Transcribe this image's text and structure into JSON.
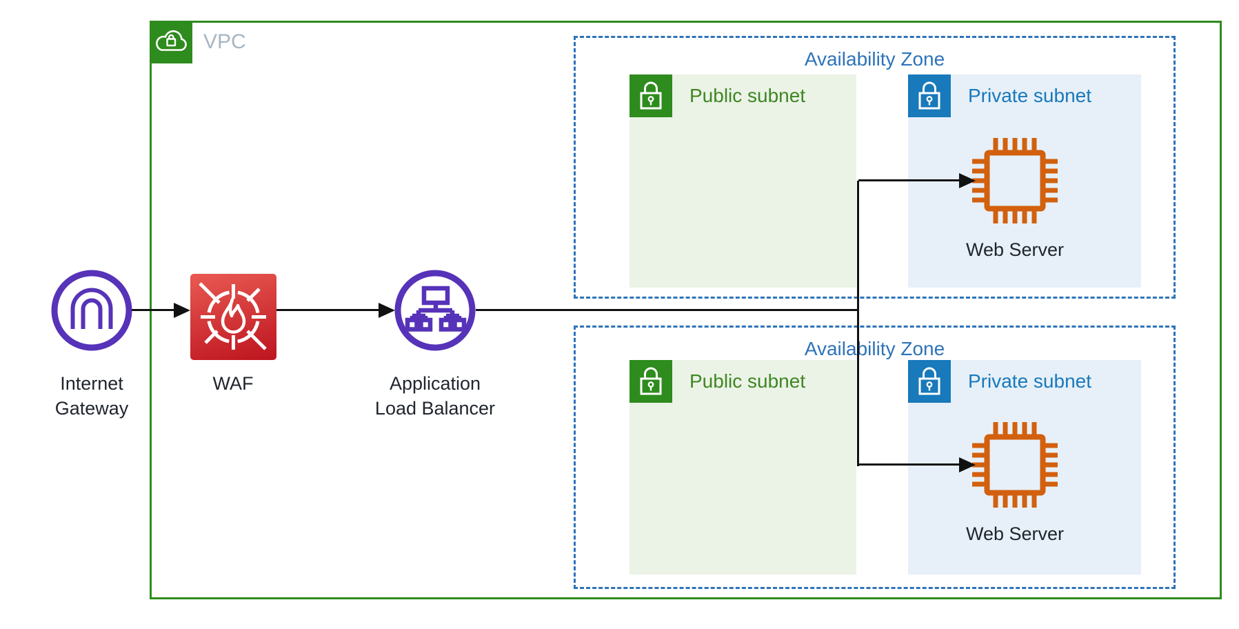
{
  "colors": {
    "vpc_green": "#2E8B1D",
    "public_green": "#3F8624",
    "public_bg": "#EBF3E6",
    "private_blue": "#1879BB",
    "private_bg": "#E7F0F8",
    "az_blue": "#2E73B8",
    "gateway_purple": "#5633B8",
    "waf_red_light": "#E95A52",
    "waf_red_dark": "#BD141F",
    "server_orange": "#D2600E",
    "connector": "#111111",
    "vpc_label": "#A6B6C2",
    "node_label": "#20252D"
  },
  "diagram": {
    "vpc": {
      "label": "VPC",
      "icon": "cloud-lock-icon"
    },
    "availability_zones": [
      {
        "label": "Availability Zone"
      },
      {
        "label": "Availability Zone"
      }
    ],
    "subnets": {
      "public_label": "Public subnet",
      "public_icon": "lock-icon",
      "private_label": "Private subnet",
      "private_icon": "lock-icon"
    },
    "nodes": {
      "internet_gateway": {
        "label_line1": "Internet",
        "label_line2": "Gateway",
        "icon": "arch-gateway-icon"
      },
      "waf": {
        "label": "WAF",
        "icon": "flame-crosshair-icon"
      },
      "alb": {
        "label_line1": "Application",
        "label_line2": "Load Balancer",
        "icon": "network-tree-icon"
      },
      "web_server": {
        "label": "Web Server",
        "icon": "chip-icon"
      }
    }
  }
}
